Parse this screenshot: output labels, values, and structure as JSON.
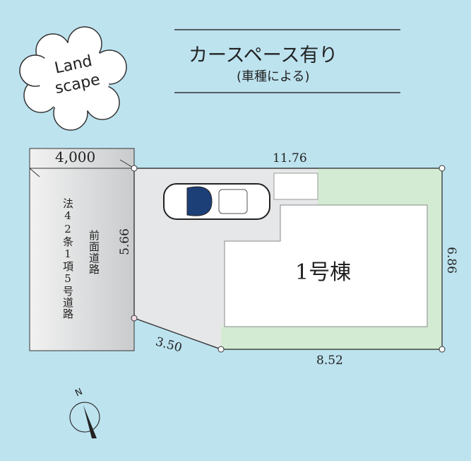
{
  "logo": {
    "line1": "Land",
    "line2": "scape"
  },
  "header": {
    "title": "カースペース有り",
    "subtitle": "(車種による)"
  },
  "dimensions": {
    "road_width": "4,000",
    "top": "11.76",
    "left": "5.66",
    "right": "6.86",
    "bottom": "8.52",
    "diagonal": "3.50"
  },
  "road": {
    "label_front": "前面道路",
    "label_legal": "法42条1項5号道路"
  },
  "building": {
    "label": "1号棟"
  },
  "compass": {
    "label": "N"
  },
  "colors": {
    "background": "#bde3ef",
    "green": "#d4ebd3",
    "concrete": "#e6e7e8",
    "car_roof": "#1d3f78"
  }
}
